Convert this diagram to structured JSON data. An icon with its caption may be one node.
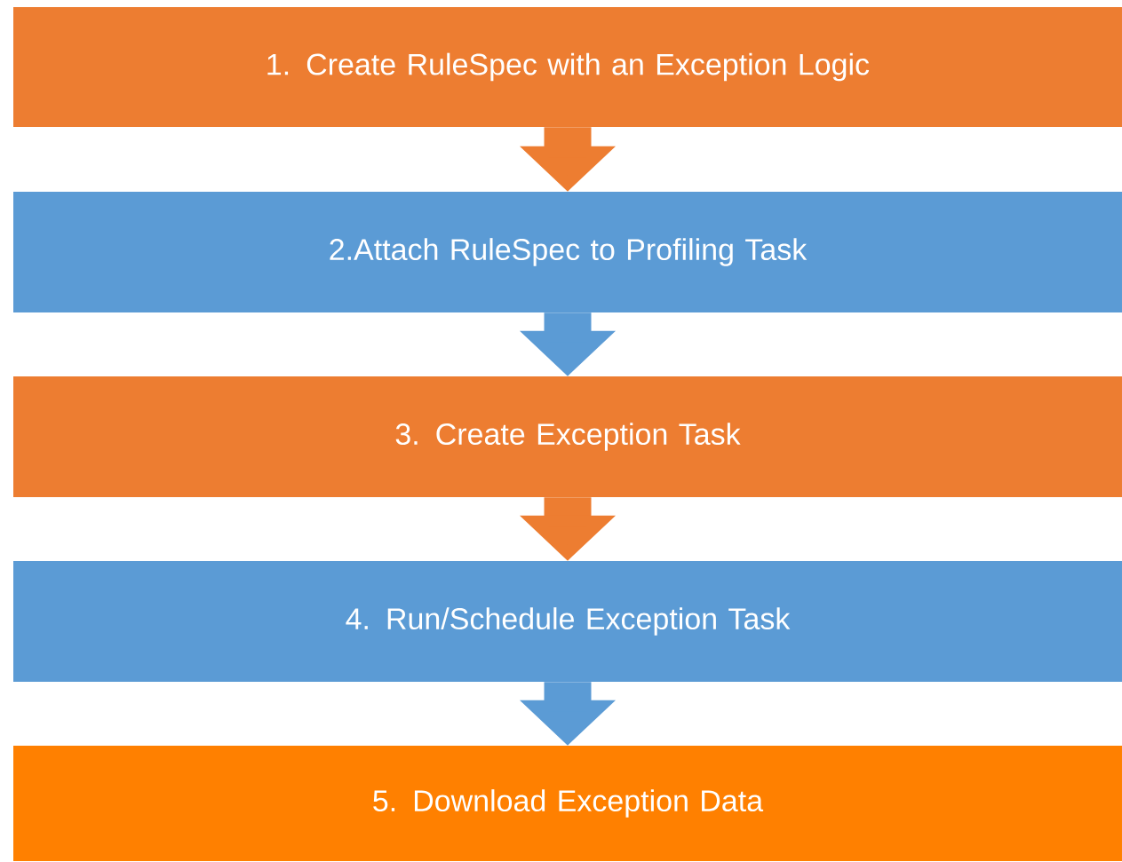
{
  "diagram": {
    "nodes": [
      {
        "text": [
          "1. Create  RuleSpec with an Exception Logic"
        ]
      },
      {
        "text": [
          "2.Attach RuleSpec to Profiling Task"
        ]
      },
      {
        "text": [
          "3. Create Exception Task"
        ]
      },
      {
        "text": [
          "4. Run/Schedule Exception Task"
        ]
      },
      {
        "text": [
          "5. Download Exception Data"
        ]
      }
    ],
    "edges": [
      {
        "from": 0,
        "to": 1,
        "arrow": "to",
        "color": "#ed7d31"
      },
      {
        "from": 1,
        "to": 2,
        "arrow": "to",
        "color": "#5b9bd5"
      },
      {
        "from": 2,
        "to": 3,
        "arrow": "to",
        "color": "#ed7d31"
      },
      {
        "from": 3,
        "to": 4,
        "arrow": "to",
        "color": "#5b9bd5"
      }
    ]
  }
}
